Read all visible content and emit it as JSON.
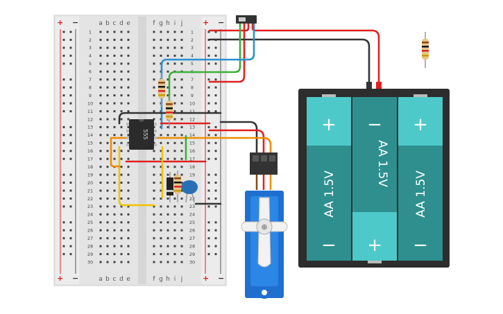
{
  "breadboard": {
    "column_letters_left": [
      "a",
      "b",
      "c",
      "d",
      "e"
    ],
    "column_letters_right": [
      "f",
      "g",
      "h",
      "i",
      "j"
    ],
    "rows": 30,
    "rail_plus": "+",
    "rail_minus": "−"
  },
  "ic": {
    "label": "555"
  },
  "battery_pack": {
    "cells": [
      {
        "label": "AA 1.5V",
        "top_sign": "+",
        "bottom_sign": "−"
      },
      {
        "label": "AA 1.5V",
        "top_sign": "−",
        "bottom_sign": "+"
      },
      {
        "label": "AA 1.5V",
        "top_sign": "+",
        "bottom_sign": "−"
      }
    ]
  },
  "colors": {
    "board": "#e3e3e3",
    "wire_red": "#e02020",
    "wire_black": "#333333",
    "wire_green": "#3ab03a",
    "wire_blue": "#2a8fd0",
    "wire_orange": "#f08c00",
    "wire_yellow": "#f2c200",
    "battery_cell": "#2f8f8f",
    "battery_cell_light": "#4ec9c9",
    "servo_blue": "#1f6fd0",
    "capacitor_blue": "#2a6fb5"
  }
}
